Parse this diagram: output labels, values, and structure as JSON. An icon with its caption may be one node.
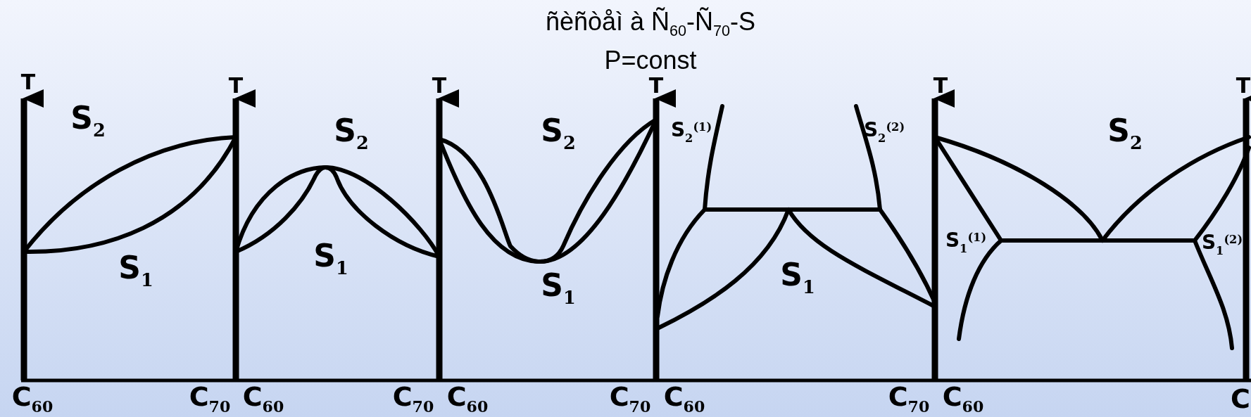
{
  "diagram": {
    "title": "ñèñòåì à Ñ$_{60}$-Ñ$_{70}$-S",
    "labels": [
      "P=const",
      "T",
      "T",
      "T",
      "T",
      "T",
      "T",
      "S$_{2}$",
      "S$_{2}$",
      "S$_{2}$",
      "S$_{2}$$^{(1)}$",
      "S$_{2}$$^{(2)}$",
      "S$_{2}$",
      "S$_{1}$$^{(1)}$",
      "S$_{1}$$^{(2)}$",
      "S$_{1}$",
      "S$_{1}$",
      "S$_{1}$",
      "S$_{1}$",
      "C$_{60}$",
      "C$_{70}$",
      "C$_{60}$",
      "C$_{70}$",
      "C$_{60}$",
      "C$_{70}$",
      "C$_{60}$",
      "C$_{70}$",
      "C$_{60}$",
      "C"
    ]
  }
}
